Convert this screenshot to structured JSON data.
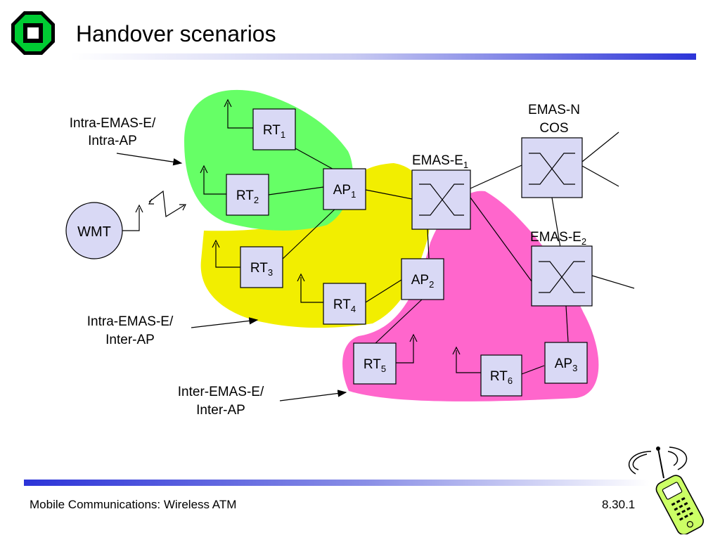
{
  "slide": {
    "title": "Handover scenarios",
    "footer_left": "Mobile Communications: Wireless ATM",
    "footer_right": "8.30.1"
  },
  "colors": {
    "green_region": "#66ff66",
    "yellow_region": "#f2ee00",
    "pink_region": "#ff66cc",
    "node_fill": "#d9d9f5",
    "accent_bar": "#2c34d8",
    "logo_green": "#00cc33"
  },
  "icons": [
    "university-logo-icon",
    "cellphone-icon",
    "lightning-icon"
  ],
  "diagram": {
    "wmt": "WMT",
    "rt1": {
      "base": "RT",
      "sub": "1"
    },
    "rt2": {
      "base": "RT",
      "sub": "2"
    },
    "rt3": {
      "base": "RT",
      "sub": "3"
    },
    "rt4": {
      "base": "RT",
      "sub": "4"
    },
    "rt5": {
      "base": "RT",
      "sub": "5"
    },
    "rt6": {
      "base": "RT",
      "sub": "6"
    },
    "ap1": {
      "base": "AP",
      "sub": "1"
    },
    "ap2": {
      "base": "AP",
      "sub": "2"
    },
    "ap3": {
      "base": "AP",
      "sub": "3"
    },
    "emas_e1": {
      "base": "EMAS-E",
      "sub": "1"
    },
    "emas_e2": {
      "base": "EMAS-E",
      "sub": "2"
    },
    "emas_n": {
      "line1": "EMAS-N",
      "line2": "COS"
    },
    "labels": {
      "intra_intra": {
        "line1": "Intra-EMAS-E/",
        "line2": "Intra-AP"
      },
      "intra_inter": {
        "line1": "Intra-EMAS-E/",
        "line2": "Inter-AP"
      },
      "inter_inter": {
        "line1": "Inter-EMAS-E/",
        "line2": "Inter-AP"
      }
    }
  }
}
